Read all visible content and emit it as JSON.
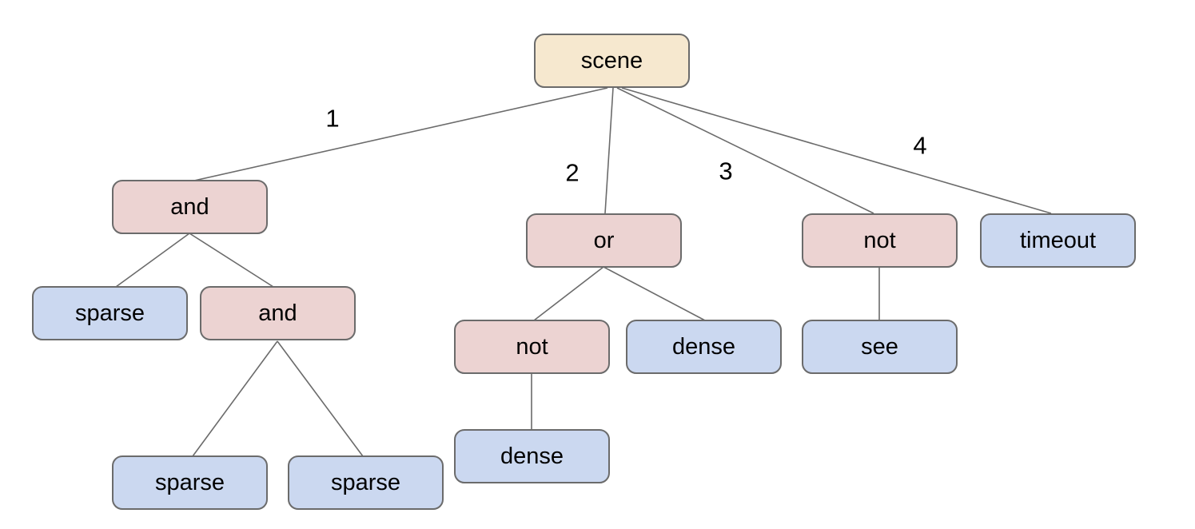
{
  "diagram": {
    "type": "tree",
    "palette": {
      "background": "#ffffff",
      "root_fill": "#f6e8cf",
      "operator_fill": "#ecd3d2",
      "leaf_fill": "#cbd8f0",
      "stroke": "#6b6b6b",
      "text": "#000000"
    },
    "nodes": {
      "scene": {
        "label": "scene",
        "kind": "root"
      },
      "and1": {
        "label": "and",
        "kind": "operator"
      },
      "or1": {
        "label": "or",
        "kind": "operator"
      },
      "not1": {
        "label": "not",
        "kind": "operator"
      },
      "timeout1": {
        "label": "timeout",
        "kind": "leaf"
      },
      "sparse1": {
        "label": "sparse",
        "kind": "leaf"
      },
      "and2": {
        "label": "and",
        "kind": "operator"
      },
      "not2": {
        "label": "not",
        "kind": "operator"
      },
      "dense1": {
        "label": "dense",
        "kind": "leaf"
      },
      "see1": {
        "label": "see",
        "kind": "leaf"
      },
      "sparse2": {
        "label": "sparse",
        "kind": "leaf"
      },
      "sparse3": {
        "label": "sparse",
        "kind": "leaf"
      },
      "dense2": {
        "label": "dense",
        "kind": "leaf"
      }
    },
    "edges": [
      {
        "from": "scene",
        "to": "and1",
        "label": "1"
      },
      {
        "from": "scene",
        "to": "or1",
        "label": "2"
      },
      {
        "from": "scene",
        "to": "not1",
        "label": "3"
      },
      {
        "from": "scene",
        "to": "timeout1",
        "label": "4"
      },
      {
        "from": "and1",
        "to": "sparse1",
        "label": ""
      },
      {
        "from": "and1",
        "to": "and2",
        "label": ""
      },
      {
        "from": "and2",
        "to": "sparse2",
        "label": ""
      },
      {
        "from": "and2",
        "to": "sparse3",
        "label": ""
      },
      {
        "from": "or1",
        "to": "not2",
        "label": ""
      },
      {
        "from": "or1",
        "to": "dense1",
        "label": ""
      },
      {
        "from": "not2",
        "to": "dense2",
        "label": ""
      },
      {
        "from": "not1",
        "to": "see1",
        "label": ""
      }
    ]
  }
}
